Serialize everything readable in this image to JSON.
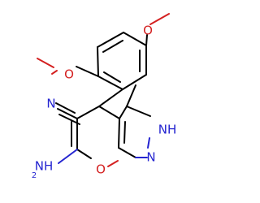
{
  "colors": {
    "bond": "#000000",
    "oxygen": "#d42020",
    "nitrogen": "#2424d0",
    "background": "#ffffff"
  },
  "labels": {
    "methoxy_top": "O",
    "methoxy_left": "O",
    "nitrile_n": "N",
    "nh": "NH",
    "nh2": "NH",
    "nh2_sub": "2",
    "pyran_o": "O",
    "pyrazole_n": "N"
  }
}
